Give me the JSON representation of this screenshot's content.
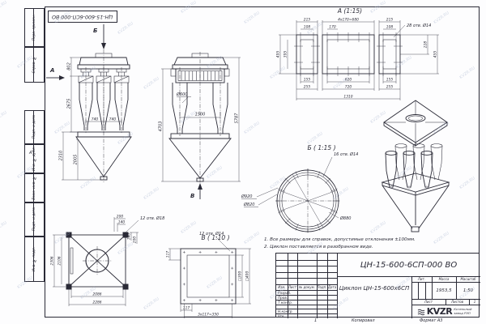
{
  "sheet": {
    "watermark": "KVZR.RU",
    "top_stamp": "ЦН-15-600-6СП-000 ВО",
    "zone_left": "А",
    "zone_bottom": "1",
    "sidebar": {
      "cells": [
        "Перв. примен.",
        "Справ. №",
        "Подп. и дата",
        "Инв. № дубл.",
        "Взам. инв. №",
        "Подп. и дата",
        "Инв. № подл."
      ]
    },
    "footer": {
      "kopiroval": "Копировал",
      "format": "Формат А3"
    }
  },
  "views": {
    "front": {
      "label_a": "А",
      "label_b": "Б",
      "d802": "802",
      "d2675": "2675",
      "d2310": "2310",
      "d2005": "2005",
      "d740a": "740",
      "d740b": "740"
    },
    "side": {
      "label_v": "В",
      "d600": "Ø600",
      "d1500": "1500",
      "d4703": "4703",
      "d5787": "5787"
    },
    "a": {
      "title": "А (1:15)",
      "holes": "28 отв. Ø14",
      "d215l": "215",
      "d680": "4x170=680",
      "d215r": "215",
      "d108l": "108",
      "d170": "170",
      "d108r": "108",
      "d495": "495",
      "d395": "395",
      "d228": "228",
      "d455": "455",
      "d155l": "155",
      "d620": "620",
      "d155r": "155",
      "d255l": "255",
      "d720": "720",
      "d255r": "255",
      "d1310": "1310"
    },
    "b": {
      "title": "Б ( 1:15 )",
      "holes": "16 отв. Ø14",
      "d920": "Ø920",
      "d820": "Ø820",
      "d880": "Ø880"
    },
    "v": {
      "title": "В ( 1:10 )",
      "holes": "12 отв. Ø14",
      "d117t": "117",
      "d117b": "117",
      "d350": "3x117=350",
      "d300": "□300",
      "d400": "□400"
    },
    "base": {
      "holes": "12 отв. Ø18",
      "d200t": "200",
      "d140t": "140",
      "d140r": "140",
      "d200r": "200",
      "d2306": "2306",
      "d2106": "2106",
      "d2086": "2086",
      "d2286": "2286"
    }
  },
  "notes": {
    "line1": "1. Все размеры для справок, допустимые отклонения ±100мм.",
    "line2": "2. Циклон поставляется в разобранном виде."
  },
  "title_block": {
    "doc_number": "ЦН-15-600-6СП-000 ВО",
    "product_name": "Циклон ЦН-15-600х6СП",
    "header": {
      "izm": "Изм.",
      "list": "Лист",
      "docum": "№ докум.",
      "podp": "Подп.",
      "data": "Дата"
    },
    "sign_rows": [
      "Разраб.",
      "Пров.",
      "Т.контр.",
      "",
      "Н.контр.",
      "Утв."
    ],
    "lit_label": "Лит.",
    "mass_label": "Масса",
    "scale_label": "Масштаб",
    "mass_value": "1953,5",
    "scale_value": "1:50",
    "list_label": "Лист",
    "listov_label": "Листов",
    "listov_value": "1",
    "logo_text": "KVZR",
    "logo_sub": "Котельный завод РЭП"
  }
}
